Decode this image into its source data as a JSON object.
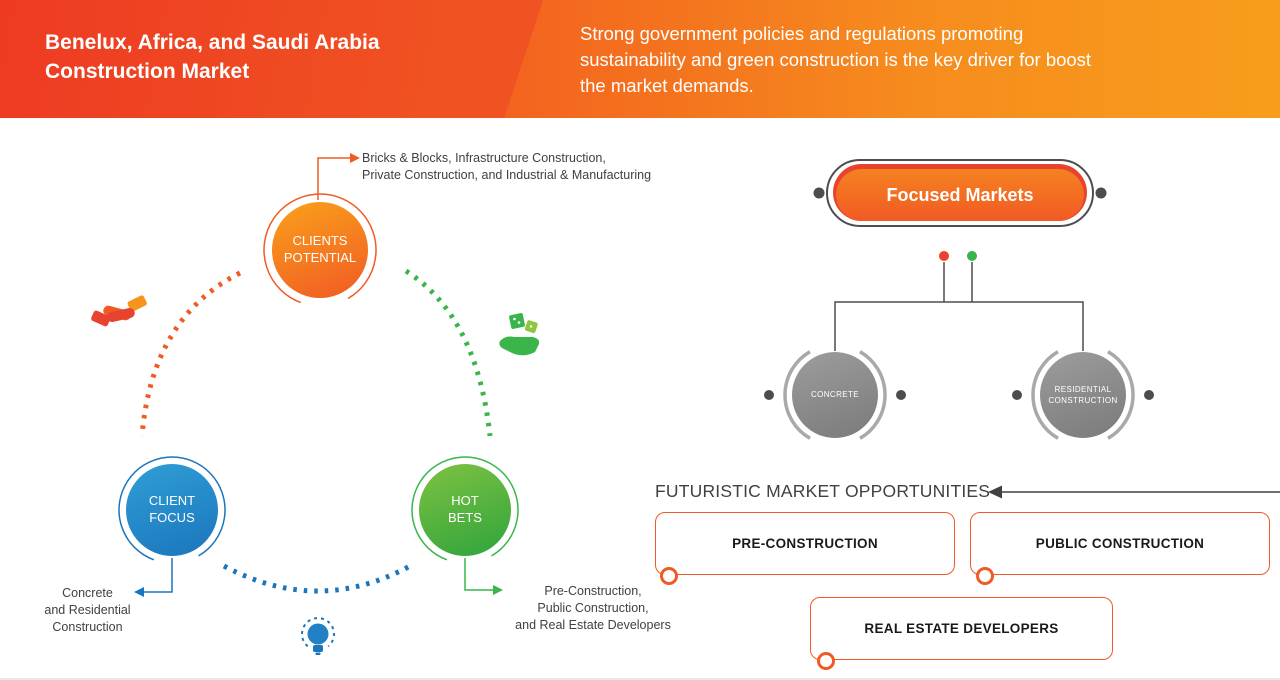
{
  "header": {
    "title": "Benelux, Africa, and Saudi Arabia\nConstruction Market",
    "subtitle": "Strong government policies and regulations promoting\nsustainability and green construction is the key driver for boost\nthe market demands."
  },
  "cycle": {
    "clients_potential": {
      "label": "CLIENTS\nPOTENTIAL",
      "annotation": "Bricks & Blocks, Infrastructure Construction,\nPrivate Construction, and Industrial & Manufacturing"
    },
    "client_focus": {
      "label": "CLIENT\nFOCUS",
      "annotation": "Concrete\nand Residential\nConstruction"
    },
    "hot_bets": {
      "label": "HOT\nBETS",
      "annotation": "Pre-Construction,\nPublic Construction,\nand Real Estate Developers"
    },
    "icons": {
      "handshake": "handshake-icon",
      "dice_hand": "dice-hand-icon",
      "lightbulb": "lightbulb-icon"
    }
  },
  "focused_markets": {
    "title": "Focused Markets",
    "children": [
      {
        "label": "CONCRETE"
      },
      {
        "label": "RESIDENTIAL\nCONSTRUCTION"
      }
    ]
  },
  "opportunities": {
    "title": "FUTURISTIC MARKET OPPORTUNITIES",
    "boxes": [
      {
        "label": "PRE-CONSTRUCTION"
      },
      {
        "label": "PUBLIC CONSTRUCTION"
      },
      {
        "label": "REAL ESTATE DEVELOPERS"
      }
    ]
  },
  "colors": {
    "header_gradient_start": "#ee3d23",
    "header_gradient_end": "#f89d1b",
    "orange": "#f15a24",
    "red": "#e8432e",
    "blue": "#1b75bc",
    "green": "#39b54a",
    "gray_node": "#8a8a8a",
    "dark_line": "#4d4d4f",
    "text_dark": "#414042"
  }
}
